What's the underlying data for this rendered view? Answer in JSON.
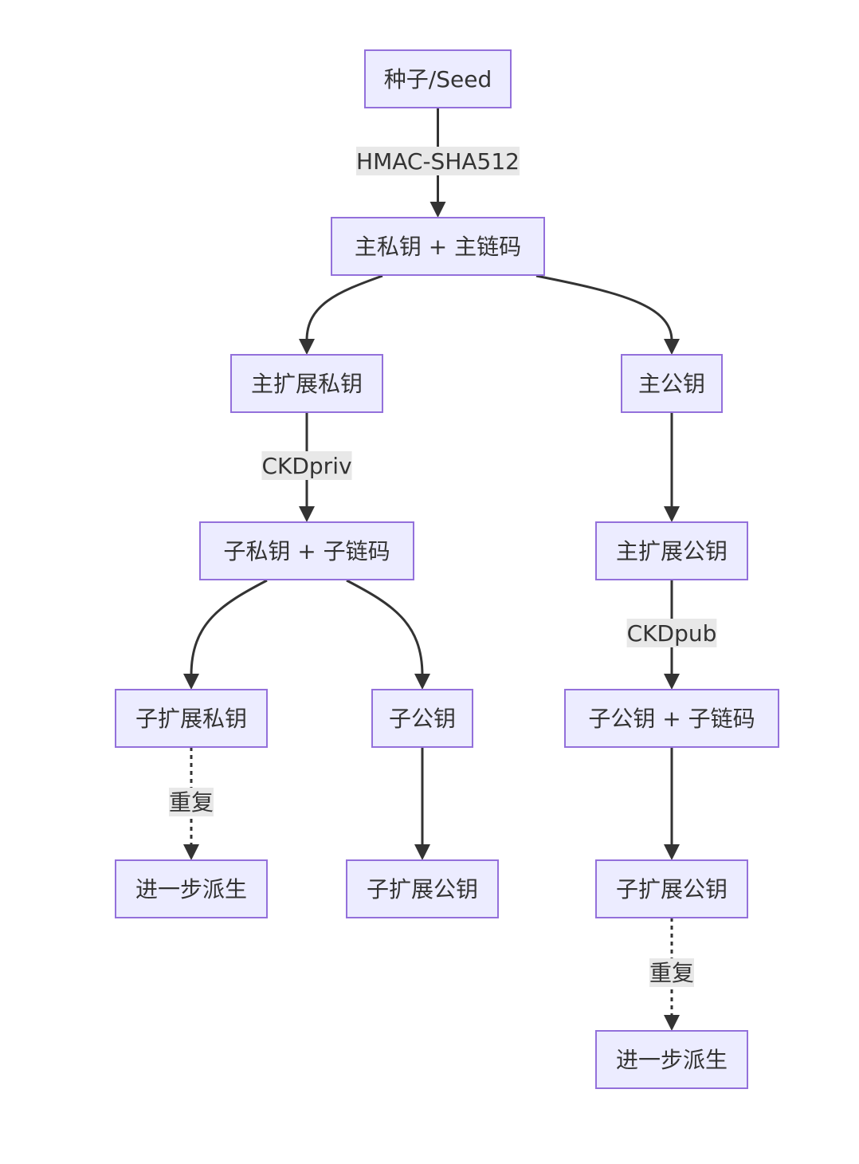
{
  "diagram": {
    "type": "flowchart",
    "direction": "top-down",
    "colors": {
      "node_fill": "#ECECFF",
      "node_stroke": "#9370DB",
      "edge": "#333333",
      "label_bg": "#e8e8e8",
      "text": "#333333"
    },
    "nodes": [
      {
        "id": "seed",
        "label": "种子/Seed"
      },
      {
        "id": "master",
        "label": "主私钥 + 主链码"
      },
      {
        "id": "xprv",
        "label": "主扩展私钥"
      },
      {
        "id": "mpub",
        "label": "主公钥"
      },
      {
        "id": "child",
        "label": "子私钥 + 子链码"
      },
      {
        "id": "xpub",
        "label": "主扩展公钥"
      },
      {
        "id": "cxprv",
        "label": "子扩展私钥"
      },
      {
        "id": "cpub",
        "label": "子公钥"
      },
      {
        "id": "cpubcc",
        "label": "子公钥 + 子链码"
      },
      {
        "id": "further1",
        "label": "进一步派生"
      },
      {
        "id": "cxpub1",
        "label": "子扩展公钥"
      },
      {
        "id": "cxpub2",
        "label": "子扩展公钥"
      },
      {
        "id": "further2",
        "label": "进一步派生"
      }
    ],
    "edges": [
      {
        "from": "seed",
        "to": "master",
        "label": "HMAC-SHA512",
        "style": "solid"
      },
      {
        "from": "master",
        "to": "xprv",
        "label": "",
        "style": "solid"
      },
      {
        "from": "master",
        "to": "mpub",
        "label": "",
        "style": "solid"
      },
      {
        "from": "xprv",
        "to": "child",
        "label": "CKDpriv",
        "style": "solid"
      },
      {
        "from": "mpub",
        "to": "xpub",
        "label": "",
        "style": "solid"
      },
      {
        "from": "child",
        "to": "cxprv",
        "label": "",
        "style": "solid"
      },
      {
        "from": "child",
        "to": "cpub",
        "label": "",
        "style": "solid"
      },
      {
        "from": "xpub",
        "to": "cpubcc",
        "label": "CKDpub",
        "style": "solid"
      },
      {
        "from": "cxprv",
        "to": "further1",
        "label": "重复",
        "style": "dotted"
      },
      {
        "from": "cpub",
        "to": "cxpub1",
        "label": "",
        "style": "solid"
      },
      {
        "from": "cpubcc",
        "to": "cxpub2",
        "label": "",
        "style": "solid"
      },
      {
        "from": "cxpub2",
        "to": "further2",
        "label": "重复",
        "style": "dotted"
      }
    ]
  }
}
